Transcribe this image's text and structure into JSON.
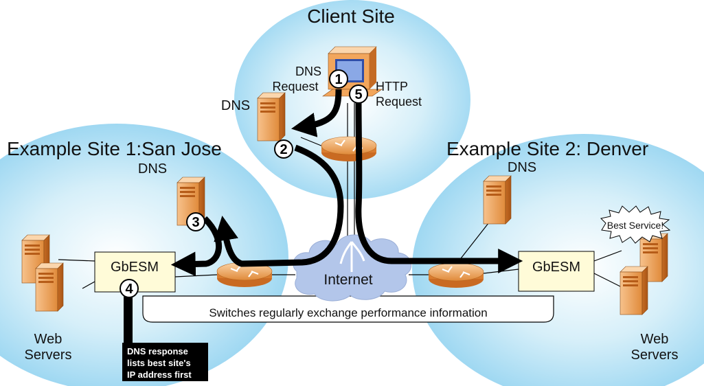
{
  "sites": {
    "client": {
      "title": "Client Site"
    },
    "san_jose": {
      "title": "Example Site 1:San Jose"
    },
    "denver": {
      "title": "Example Site 2: Denver"
    }
  },
  "labels": {
    "dns_client": "DNS",
    "dns_san_jose": "DNS",
    "dns_denver": "DNS",
    "dns_request_line1": "DNS",
    "dns_request_line2": "Request",
    "http_request_line1": "HTTP",
    "http_request_line2": "Request",
    "switch_left": "GbESM",
    "switch_right": "GbESM",
    "internet": "Internet",
    "web_servers_left_line1": "Web",
    "web_servers_left_line2": "Servers",
    "web_servers_right_line1": "Web",
    "web_servers_right_line2": "Servers",
    "perf_exchange": "Switches regularly exchange performance information",
    "best_service": "Best Service!",
    "dns_response_line1": "DNS response",
    "dns_response_line2": "lists best site's",
    "dns_response_line3": "IP address first"
  },
  "steps": [
    "1",
    "2",
    "3",
    "4",
    "5"
  ],
  "colors": {
    "site_glow": "#9fd8f2",
    "server_orange": "#f2a65c",
    "switch_fill": "#fffbd8",
    "cloud": "#b3c6ea",
    "arrow": "#000000"
  }
}
